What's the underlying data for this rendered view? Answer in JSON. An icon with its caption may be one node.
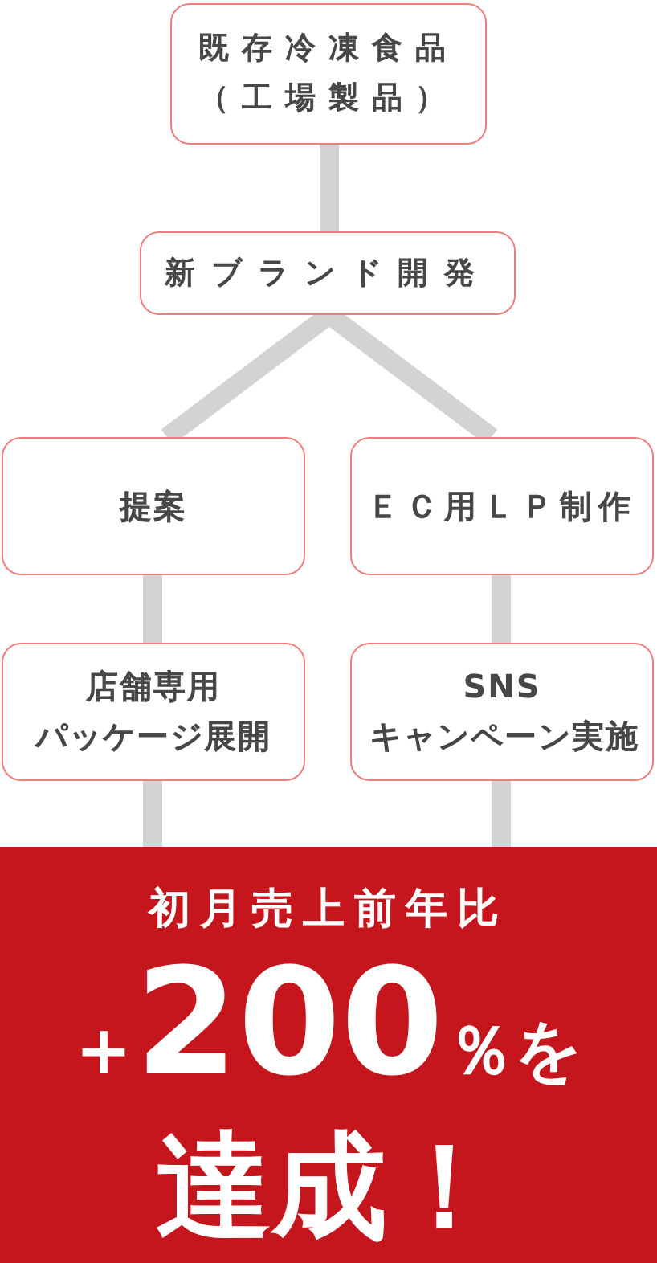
{
  "diagram": {
    "nodes": [
      {
        "text": [
          "既存冷凍食品（工場製品）"
        ]
      },
      {
        "text": [
          "新ブランド開発"
        ]
      },
      {
        "text": [
          "提案"
        ]
      },
      {
        "text": [
          "ＥＣ用ＬＰ制作"
        ]
      },
      {
        "text": [
          "店舗専用パッケージ展開"
        ]
      },
      {
        "text": [
          "SNSキャンペーン実施"
        ]
      },
      {
        "text": [
          "初月売上前年比",
          "+200％を達成！"
        ]
      }
    ],
    "edges": [
      {
        "from": 0,
        "to": 1,
        "arrow": "none"
      },
      {
        "from": 1,
        "to": 2,
        "arrow": "none"
      },
      {
        "from": 1,
        "to": 3,
        "arrow": "none"
      },
      {
        "from": 2,
        "to": 4,
        "arrow": "none"
      },
      {
        "from": 3,
        "to": 5,
        "arrow": "none"
      },
      {
        "from": 4,
        "to": 6,
        "arrow": "none"
      },
      {
        "from": 5,
        "to": 6,
        "arrow": "none"
      }
    ]
  }
}
